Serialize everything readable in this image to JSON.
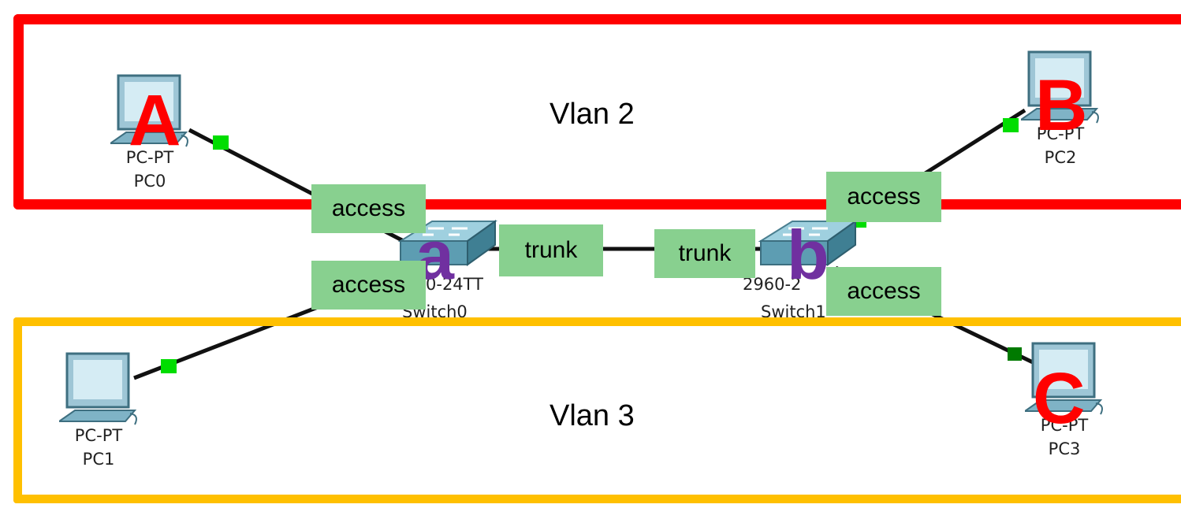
{
  "vlans": [
    {
      "label": "Vlan 2",
      "color": "#ff0000"
    },
    {
      "label": "Vlan 3",
      "color": "#ffc000"
    }
  ],
  "devices": {
    "pc0": {
      "model": "PC-PT",
      "name": "PC0",
      "letter": "A"
    },
    "pc1": {
      "model": "PC-PT",
      "name": "PC1"
    },
    "pc2": {
      "model": "PC-PT",
      "name": "PC2",
      "letter": "B"
    },
    "pc3": {
      "model": "PC-PT",
      "name": "PC3",
      "letter": "C"
    },
    "switch0": {
      "model_partial": "0-24TT",
      "name_partial": "Switch0",
      "letter": "a"
    },
    "switch1": {
      "model_partial": "2960-2",
      "name_partial": "Switch1",
      "letter": "b"
    }
  },
  "port_tags": {
    "sw0_pc0": "access",
    "sw0_pc1": "access",
    "sw0_trunk": "trunk",
    "sw1_trunk": "trunk",
    "sw1_pc2": "access",
    "sw1_pc3": "access"
  },
  "colors": {
    "pc_letter": "#ff0000",
    "switch_letter": "#7030a0",
    "tag_fill": "#88d08f",
    "link": "#111111",
    "port_up": "#00dd00",
    "port_other": "#007a00"
  },
  "icons": {
    "pc": "pc-icon",
    "switch": "switch-icon"
  }
}
